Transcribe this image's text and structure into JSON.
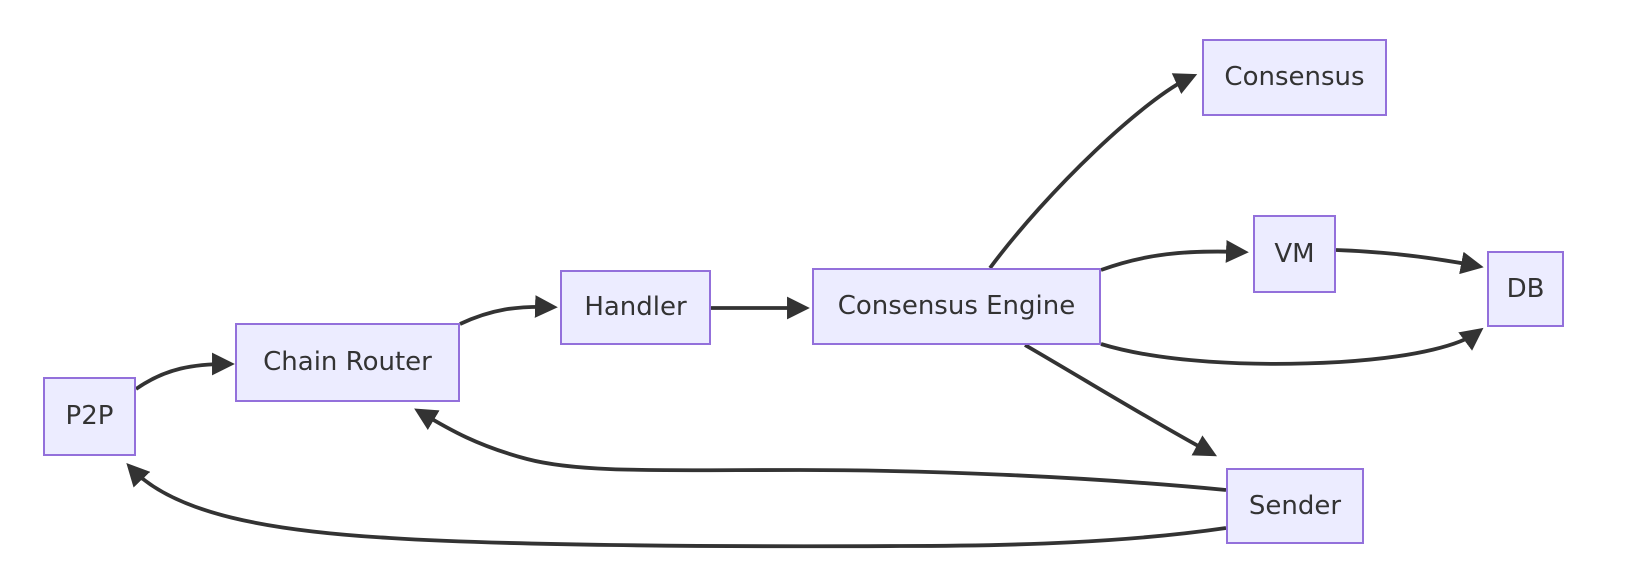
{
  "diagram": {
    "type": "flowchart",
    "direction": "left-to-right",
    "background_color": "#FFFFFF",
    "node_style": {
      "fill_color": "#ECECFF",
      "border_color": "#9370DB",
      "text_color": "#333333"
    },
    "edge_style": {
      "line_color": "#333333",
      "arrowhead": "filled-triangle"
    },
    "nodes": [
      {
        "id": "p2p",
        "label": "P2P"
      },
      {
        "id": "chain-router",
        "label": "Chain Router"
      },
      {
        "id": "handler",
        "label": "Handler"
      },
      {
        "id": "consensus-engine",
        "label": "Consensus Engine"
      },
      {
        "id": "consensus",
        "label": "Consensus"
      },
      {
        "id": "vm",
        "label": "VM"
      },
      {
        "id": "db",
        "label": "DB"
      },
      {
        "id": "sender",
        "label": "Sender"
      }
    ],
    "edges": [
      {
        "from": "P2P",
        "to": "Chain Router"
      },
      {
        "from": "Chain Router",
        "to": "Handler"
      },
      {
        "from": "Handler",
        "to": "Consensus Engine"
      },
      {
        "from": "Consensus Engine",
        "to": "Consensus"
      },
      {
        "from": "Consensus Engine",
        "to": "VM"
      },
      {
        "from": "VM",
        "to": "DB"
      },
      {
        "from": "Consensus Engine",
        "to": "DB"
      },
      {
        "from": "Consensus Engine",
        "to": "Sender"
      },
      {
        "from": "Sender",
        "to": "Chain Router"
      },
      {
        "from": "Sender",
        "to": "P2P"
      }
    ]
  }
}
